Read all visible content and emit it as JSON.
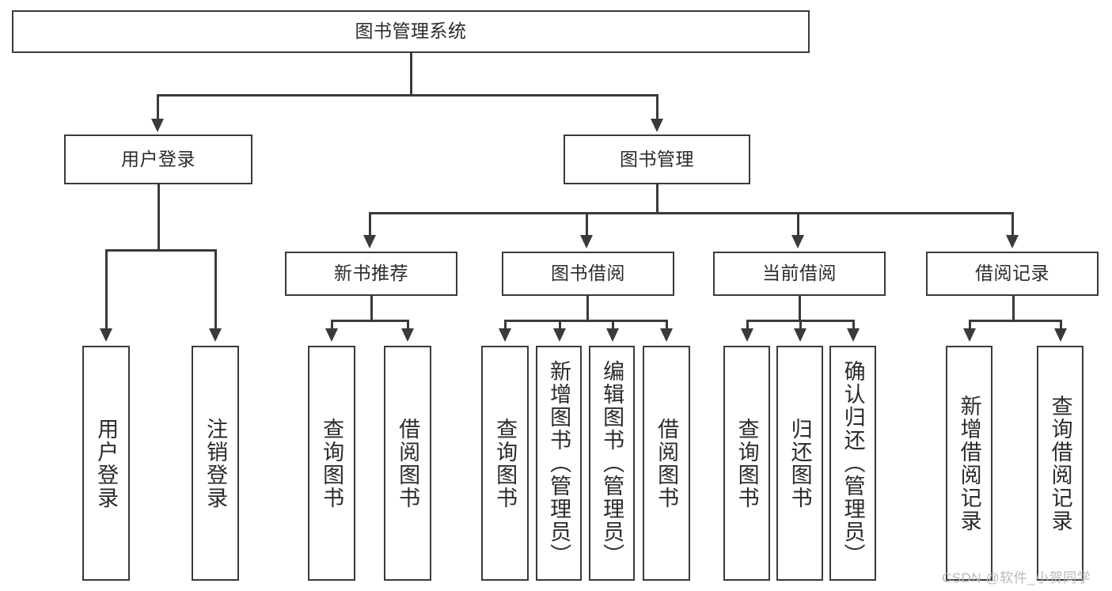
{
  "diagram": {
    "type": "tree-hierarchy-flowchart",
    "title": "图书管理系统",
    "levels": [
      {
        "level": 1,
        "nodes": [
          {
            "id": "root",
            "label": "图书管理系统",
            "orientation": "horizontal"
          }
        ]
      },
      {
        "level": 2,
        "nodes": [
          {
            "id": "user-login",
            "label": "用户登录",
            "orientation": "horizontal",
            "parent": "root"
          },
          {
            "id": "book-manage",
            "label": "图书管理",
            "orientation": "horizontal",
            "parent": "root"
          }
        ]
      },
      {
        "level": 3,
        "nodes": [
          {
            "id": "new-book-recommend",
            "label": "新书推荐",
            "orientation": "horizontal",
            "parent": "book-manage"
          },
          {
            "id": "book-borrow",
            "label": "图书借阅",
            "orientation": "horizontal",
            "parent": "book-manage"
          },
          {
            "id": "current-borrow",
            "label": "当前借阅",
            "orientation": "horizontal",
            "parent": "book-manage"
          },
          {
            "id": "borrow-record",
            "label": "借阅记录",
            "orientation": "horizontal",
            "parent": "book-manage"
          }
        ]
      },
      {
        "level": 4,
        "nodes": [
          {
            "id": "leaf-user-login",
            "label": "用户登录",
            "orientation": "vertical",
            "parent": "user-login"
          },
          {
            "id": "leaf-logout-login",
            "label": "注销登录",
            "orientation": "vertical",
            "parent": "user-login"
          },
          {
            "id": "leaf-query-book-1",
            "label": "查询图书",
            "orientation": "vertical",
            "parent": "new-book-recommend"
          },
          {
            "id": "leaf-borrow-book-1",
            "label": "借阅图书",
            "orientation": "vertical",
            "parent": "new-book-recommend"
          },
          {
            "id": "leaf-query-book-2",
            "label": "查询图书",
            "orientation": "vertical",
            "parent": "book-borrow"
          },
          {
            "id": "leaf-add-book",
            "label": "新增图书（管理员）",
            "orientation": "vertical",
            "parent": "book-borrow"
          },
          {
            "id": "leaf-edit-book",
            "label": "编辑图书（管理员）",
            "orientation": "vertical",
            "parent": "book-borrow"
          },
          {
            "id": "leaf-borrow-book-2",
            "label": "借阅图书",
            "orientation": "vertical",
            "parent": "book-borrow"
          },
          {
            "id": "leaf-query-book-3",
            "label": "查询图书",
            "orientation": "vertical",
            "parent": "current-borrow"
          },
          {
            "id": "leaf-return-book",
            "label": "归还图书",
            "orientation": "vertical",
            "parent": "current-borrow"
          },
          {
            "id": "leaf-confirm-return",
            "label": "确认归还（管理员）",
            "orientation": "vertical",
            "parent": "current-borrow"
          },
          {
            "id": "leaf-add-record",
            "label": "新增借阅记录",
            "orientation": "vertical",
            "parent": "borrow-record"
          },
          {
            "id": "leaf-query-record",
            "label": "查询借阅记录",
            "orientation": "vertical",
            "parent": "borrow-record"
          }
        ]
      }
    ],
    "colors": {
      "stroke": "#3a3a3a",
      "fill": "#ffffff",
      "text": "#2b2b2b",
      "watermark": "#b9b9b9"
    }
  },
  "watermark": {
    "text": "CSDN @软件_小贺同学"
  }
}
